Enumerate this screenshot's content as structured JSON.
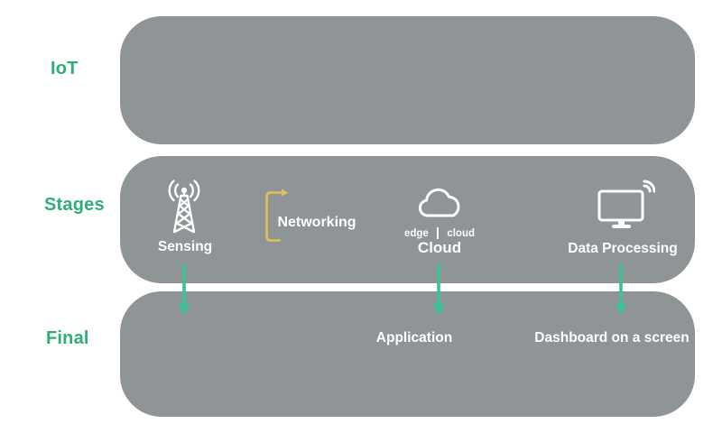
{
  "colors": {
    "background": "#ffffff",
    "band_gray": "#8f9497",
    "label_green": "#2fad79",
    "arrow_green": "#3cc394",
    "bracket_yellow": "#dfc05a",
    "text_white": "#ffffff"
  },
  "rows": [
    {
      "label": "IoT"
    },
    {
      "label": "Stages"
    },
    {
      "label": "Final"
    }
  ],
  "stages": {
    "sensing": {
      "label": "Sensing",
      "icon": "radio-tower-icon"
    },
    "networking": {
      "label": "Networking",
      "icon": "bracket-arrow-icon"
    },
    "cloud": {
      "label": "Cloud",
      "sub_left": "edge",
      "sub_right": "cloud",
      "icon": "cloud-icon"
    },
    "data_processing": {
      "label": "Data Processing",
      "icon": "monitor-icon"
    }
  },
  "final": {
    "application": "Application",
    "dashboard": "Dashboard on a screen"
  }
}
